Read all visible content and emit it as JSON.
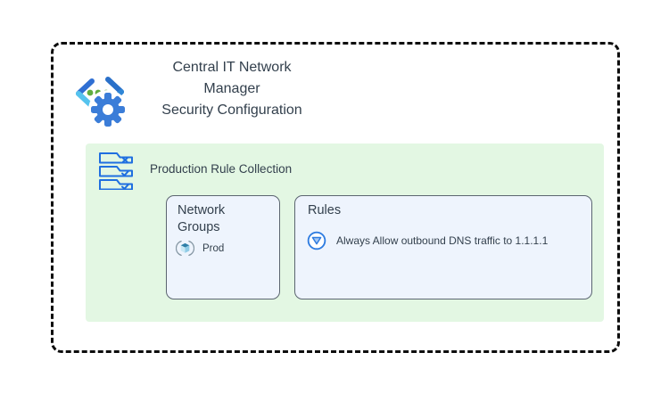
{
  "diagram": {
    "title": "Central IT Network\nManager\nSecurity Configuration",
    "manager_icon": "network-manager-code-gear-icon",
    "collection": {
      "icon": "rule-collection-checklist-icon",
      "label": "Production Rule Collection",
      "network_groups": {
        "title": "Network Groups",
        "items": [
          {
            "icon": "network-group-cube-icon",
            "label": "Prod"
          }
        ]
      },
      "rules": {
        "title": "Rules",
        "items": [
          {
            "icon": "allow-rule-icon",
            "label": "Always Allow outbound DNS traffic to 1.1.1.1"
          }
        ]
      }
    },
    "colors": {
      "dashed_border": "#0d0d0d",
      "panel_green": "#e3f7e3",
      "box_fill": "#eef4fd",
      "box_border": "#5b6570",
      "accent_blue": "#1f6fe0",
      "gear_blue": "#3b7dd8",
      "dot_green": "#60ad40",
      "cube_top": "#2e7fa8",
      "text": "#33404d"
    }
  }
}
